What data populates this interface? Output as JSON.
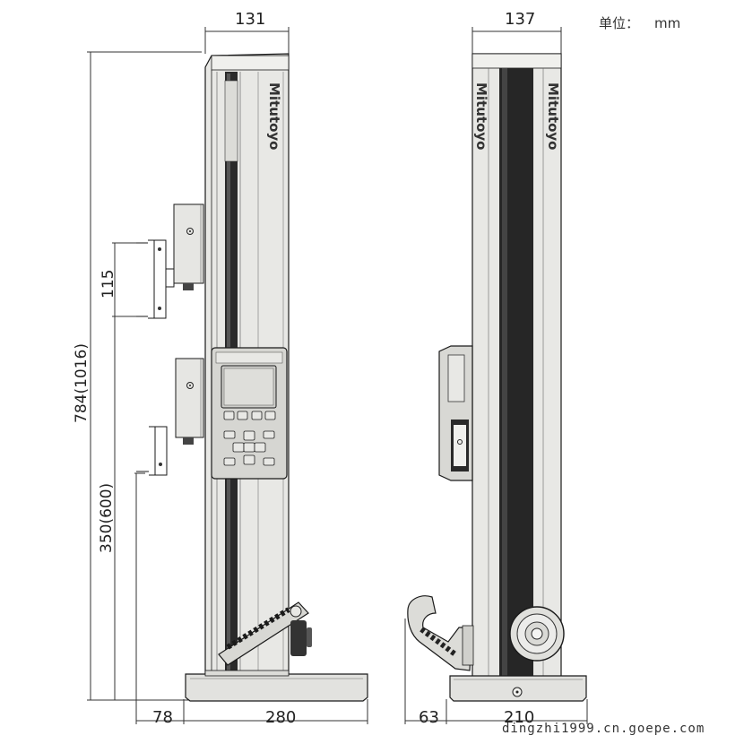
{
  "units": {
    "label": "单位：",
    "value": "mm"
  },
  "front_view": {
    "top_width": "131",
    "dim_stroke": "115",
    "dim_total": "784(1016)",
    "dim_lower": "350(600)",
    "base_offset": "78",
    "base_width": "280",
    "brand": "Mitutoyo"
  },
  "side_view": {
    "top_width": "137",
    "base_offset": "63",
    "base_width": "210",
    "brand": "Mitutoyo"
  },
  "watermark": "dingzhi1999.cn.goepe.com",
  "colors": {
    "line": "#1a1a1a",
    "body": "#e4e4e1",
    "dark": "#222222",
    "panel": "#cfcfcc"
  }
}
